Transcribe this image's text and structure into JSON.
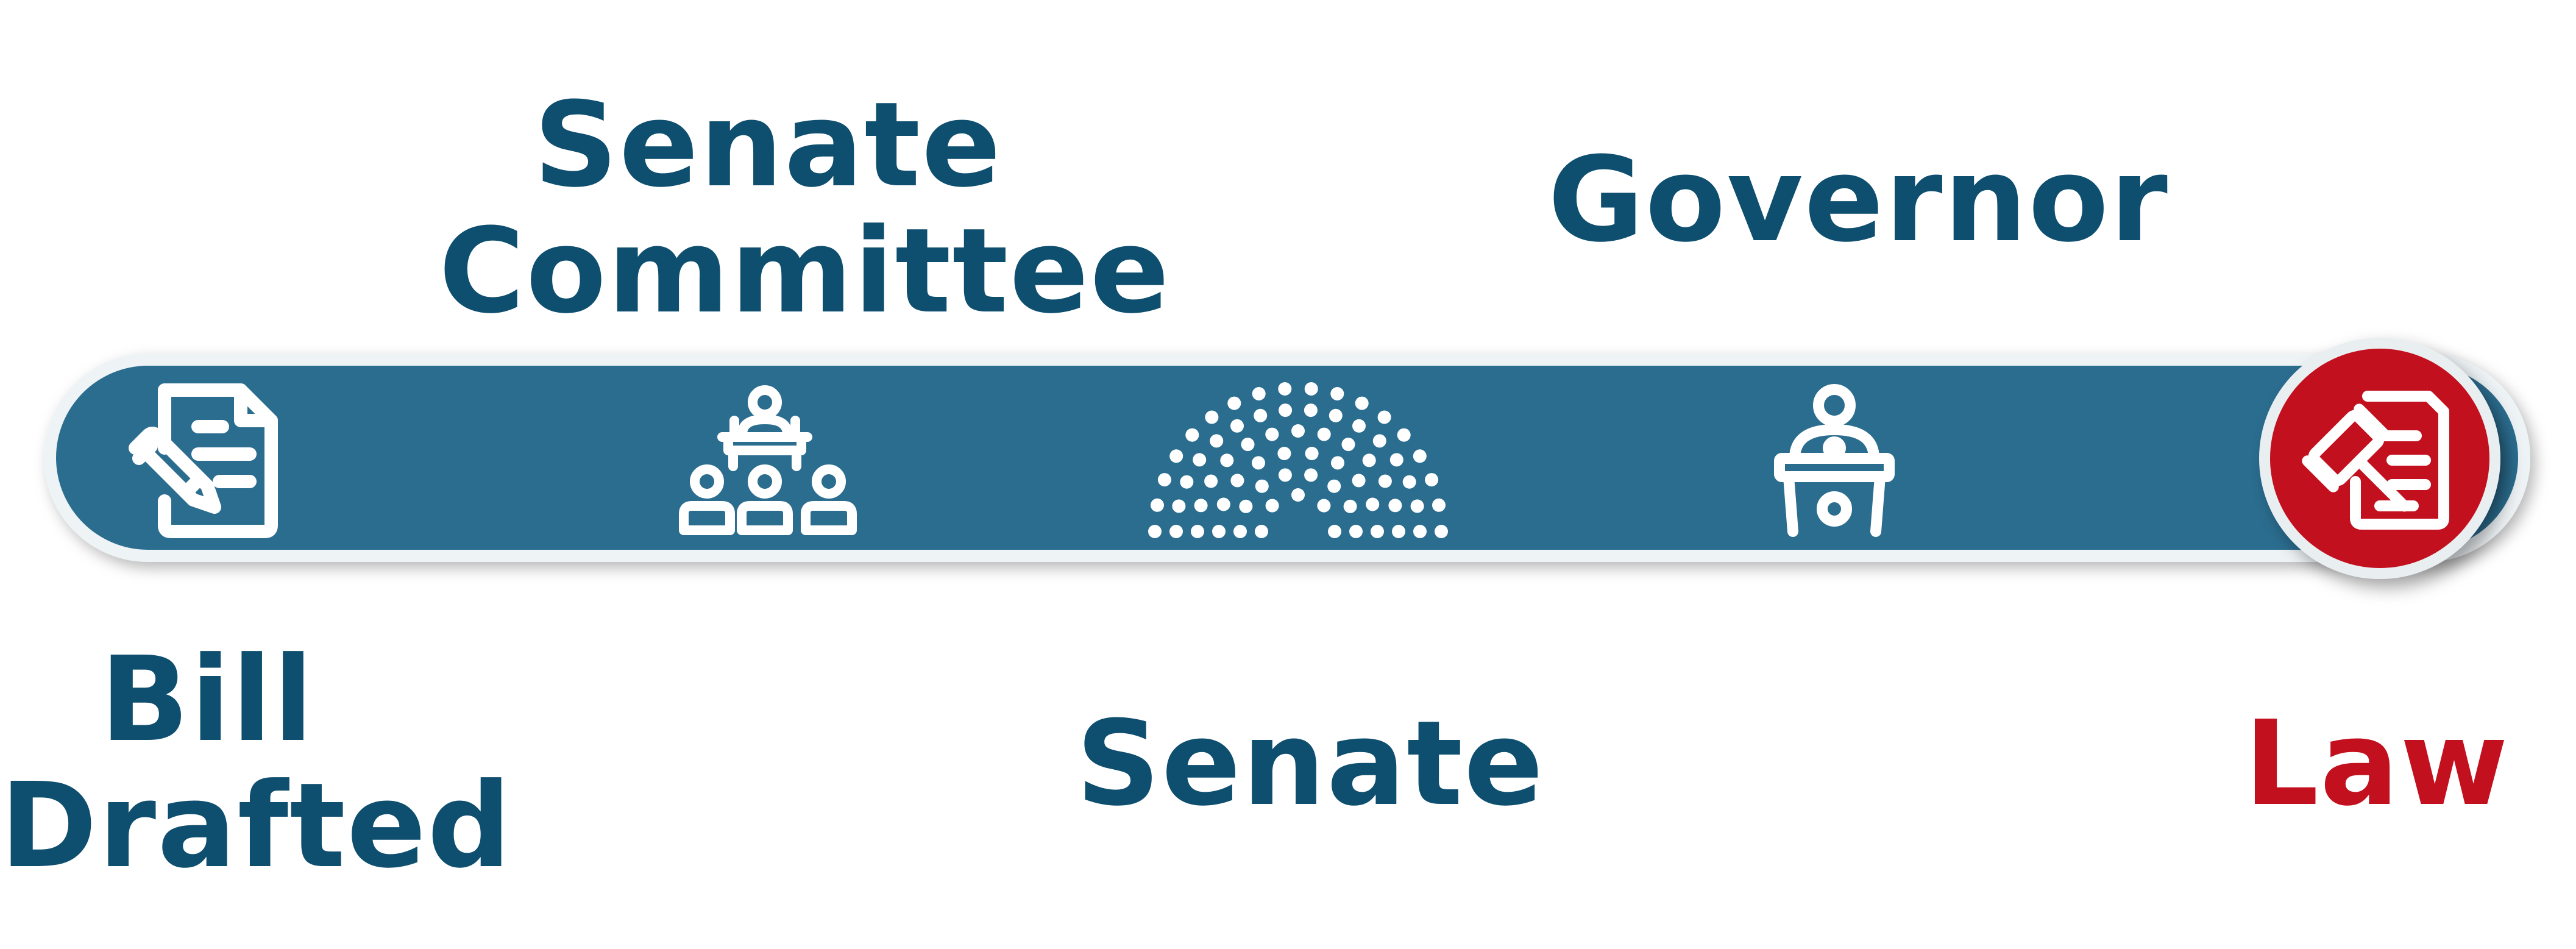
{
  "colors": {
    "track": "#2b6d8f",
    "label": "#0e4e6e",
    "law_label": "#c2101e",
    "law_circle": "#c2101e",
    "icon": "#ffffff"
  },
  "stages": [
    {
      "id": "bill-drafted",
      "label": "Bill\nDrafted",
      "icon": "document-pencil-icon"
    },
    {
      "id": "senate-committee",
      "label": "Senate Committee",
      "icon": "committee-meeting-icon"
    },
    {
      "id": "senate",
      "label": "Senate",
      "icon": "senate-chamber-icon"
    },
    {
      "id": "governor",
      "label": "Governor",
      "icon": "speaker-podium-icon"
    },
    {
      "id": "law",
      "label": "Law",
      "icon": "gavel-document-icon",
      "status": "current"
    }
  ],
  "labels": {
    "bill_line1": "Bill",
    "bill_line2": "Drafted",
    "committee_line1": "Senate",
    "committee_line2": "Committee",
    "senate": "Senate",
    "governor": "Governor",
    "law": "Law"
  }
}
